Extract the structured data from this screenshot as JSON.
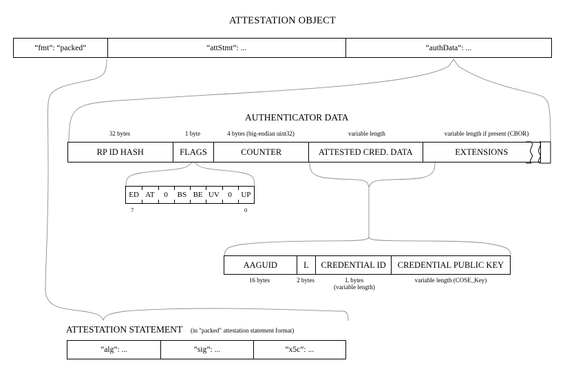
{
  "diagram": {
    "title": "ATTESTATION OBJECT",
    "background": "#ffffff",
    "line_color": "#000000",
    "connector_color": "#888888"
  },
  "attestation_object": {
    "cells": [
      {
        "label": "“fmt”: “packed”"
      },
      {
        "label": "“attStmt”: ..."
      },
      {
        "label": "“authData”: ..."
      }
    ]
  },
  "authenticator_data": {
    "title": "AUTHENTICATOR DATA",
    "cells": [
      {
        "label": "RP ID HASH",
        "size": "32 bytes"
      },
      {
        "label": "FLAGS",
        "size": "1 byte"
      },
      {
        "label": "COUNTER",
        "size": "4 bytes (big-endian uint32)"
      },
      {
        "label": "ATTESTED CRED. DATA",
        "size": "variable length"
      },
      {
        "label": "EXTENSIONS",
        "size": "variable length if present (CBOR)"
      }
    ]
  },
  "flags_byte": {
    "bits": [
      "ED",
      "AT",
      "0",
      "BS",
      "BE",
      "UV",
      "0",
      "UP"
    ],
    "high_index": "7",
    "low_index": "0"
  },
  "attested_credential_data": {
    "cells": [
      {
        "label": "AAGUID",
        "size": "16 bytes"
      },
      {
        "label": "L",
        "size": "2 bytes"
      },
      {
        "label": "CREDENTIAL ID",
        "size": "L bytes",
        "size2": "(variable length)"
      },
      {
        "label": "CREDENTIAL PUBLIC KEY",
        "size": "variable length (COSE_Key)"
      }
    ]
  },
  "attestation_statement": {
    "title": "ATTESTATION STATEMENT",
    "note": "(in \"packed\" attestation statement format)",
    "cells": [
      {
        "label": "“alg”: ..."
      },
      {
        "label": "“sig”: ..."
      },
      {
        "label": "“x5c”: ..."
      }
    ]
  }
}
